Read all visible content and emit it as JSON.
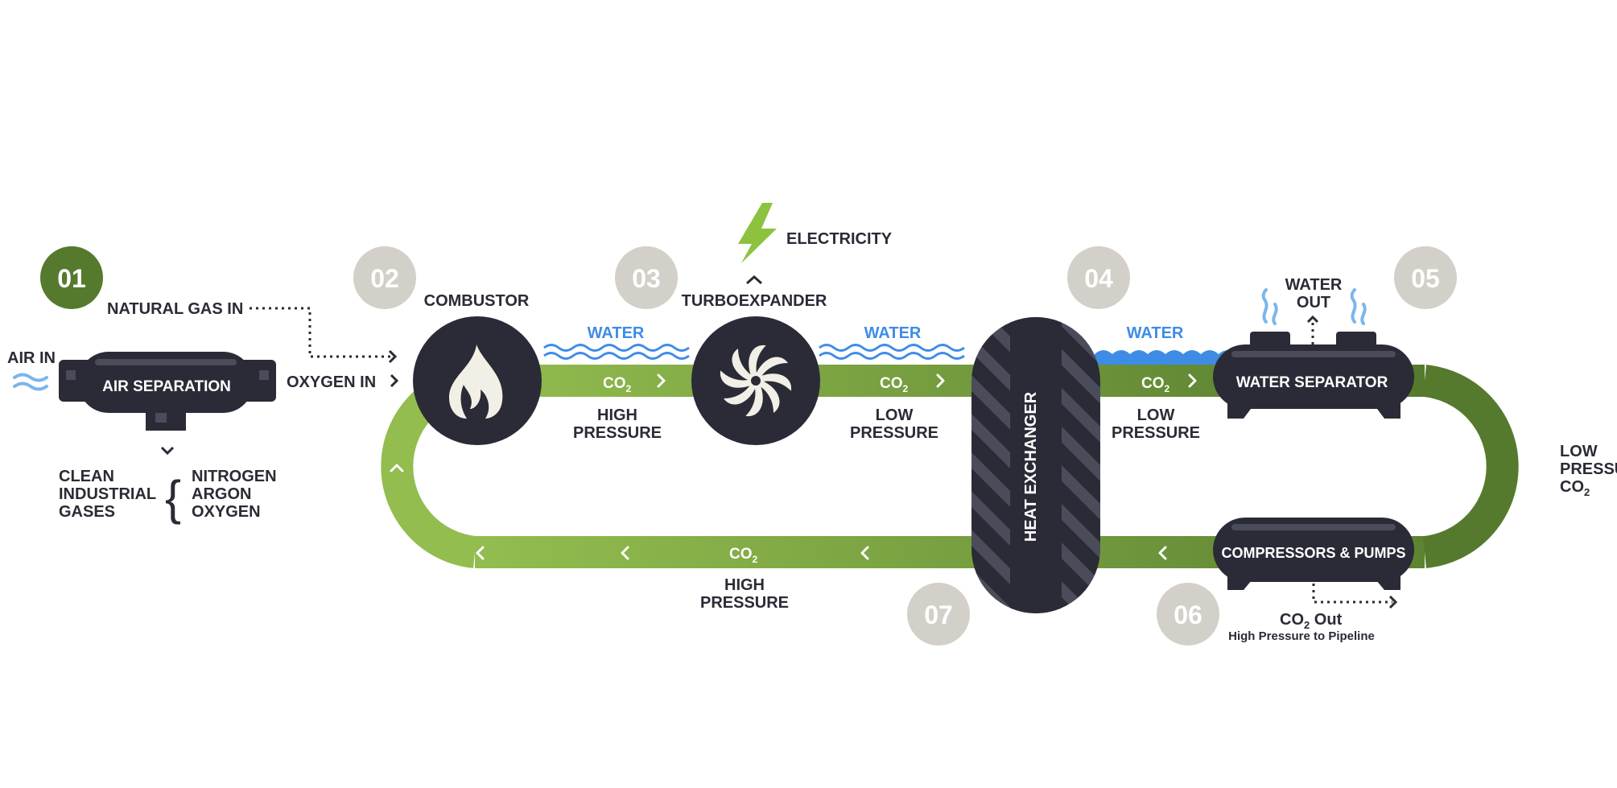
{
  "steps": {
    "s01": "01",
    "s02": "02",
    "s03": "03",
    "s04": "04",
    "s05": "05",
    "s06": "06",
    "s07": "07"
  },
  "colors": {
    "dark_unit": "#2a2b36",
    "green_light": "#93bd4f",
    "green_dark": "#557a2d",
    "step_active": "#557a2d",
    "step_inactive": "#d3d0c9",
    "water_blue": "#3e8ce6",
    "bolt": "#8dc23f"
  },
  "labels": {
    "air_in": "AIR IN",
    "natural_gas_in": "NATURAL GAS IN",
    "oxygen_in": "OXYGEN IN",
    "air_separation": "AIR SEPARATION",
    "clean": "CLEAN",
    "industrial": "INDUSTRIAL",
    "gases": "GASES",
    "nitrogen": "NITROGEN",
    "argon": "ARGON",
    "oxygen": "OXYGEN",
    "combustor": "COMBUSTOR",
    "turboexpander": "TURBOEXPANDER",
    "electricity": "ELECTRICITY",
    "water": "WATER",
    "co2": "CO",
    "co2_sub": "2",
    "high": "HIGH",
    "low": "LOW",
    "pressure": "PRESSURE",
    "heat_exchanger": "HEAT EXCHANGER",
    "water_out_1": "WATER",
    "water_out_2": "OUT",
    "water_separator": "WATER SEPARATOR",
    "low_pressure_1": "LOW",
    "low_pressure_2": "PRESSU",
    "low_pressure_3": "CO",
    "compressors_pumps": "COMPRESSORS & PUMPS",
    "co2_out_a": "CO",
    "co2_out_sub": "2",
    "co2_out_b": " Out",
    "co2_out_detail": "High Pressure to Pipeline"
  }
}
